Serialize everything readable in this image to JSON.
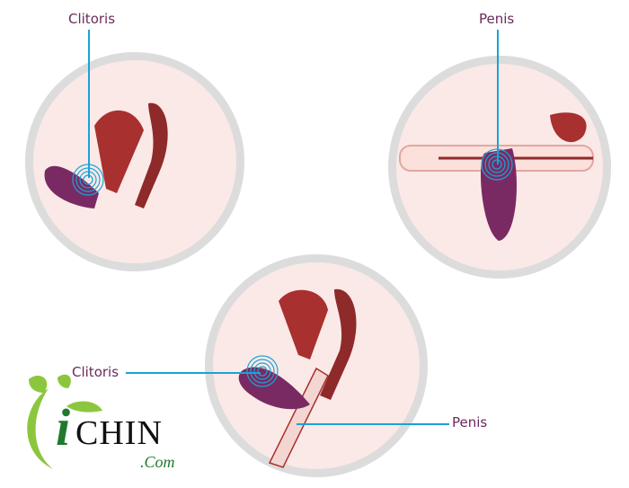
{
  "panels": [
    {
      "id": "top-left",
      "label": "Clitoris",
      "description": "female cross-section, ring placed externally"
    },
    {
      "id": "top-right",
      "label": "Penis",
      "description": "male side view, ring worn on shaft"
    },
    {
      "id": "bottom-center",
      "labels": [
        "Clitoris",
        "Penis"
      ],
      "description": "couple use cross-section"
    }
  ],
  "labels": {
    "top_left": "Clitoris",
    "top_right": "Penis",
    "bottom_left": "Clitoris",
    "bottom_right": "Penis"
  },
  "logo": {
    "i": "i",
    "main": "CHIN",
    "suffix": ".Com"
  },
  "colors": {
    "label_text": "#6b2a5a",
    "leader_line": "#1aa3d6",
    "circle_border": "#dcdcdc",
    "skin": "#fbe9e7",
    "organ_dark": "#a8302f",
    "device_purple": "#7a2a63",
    "logo_green": "#1f7a2e",
    "leaf_green": "#8cc63f"
  }
}
